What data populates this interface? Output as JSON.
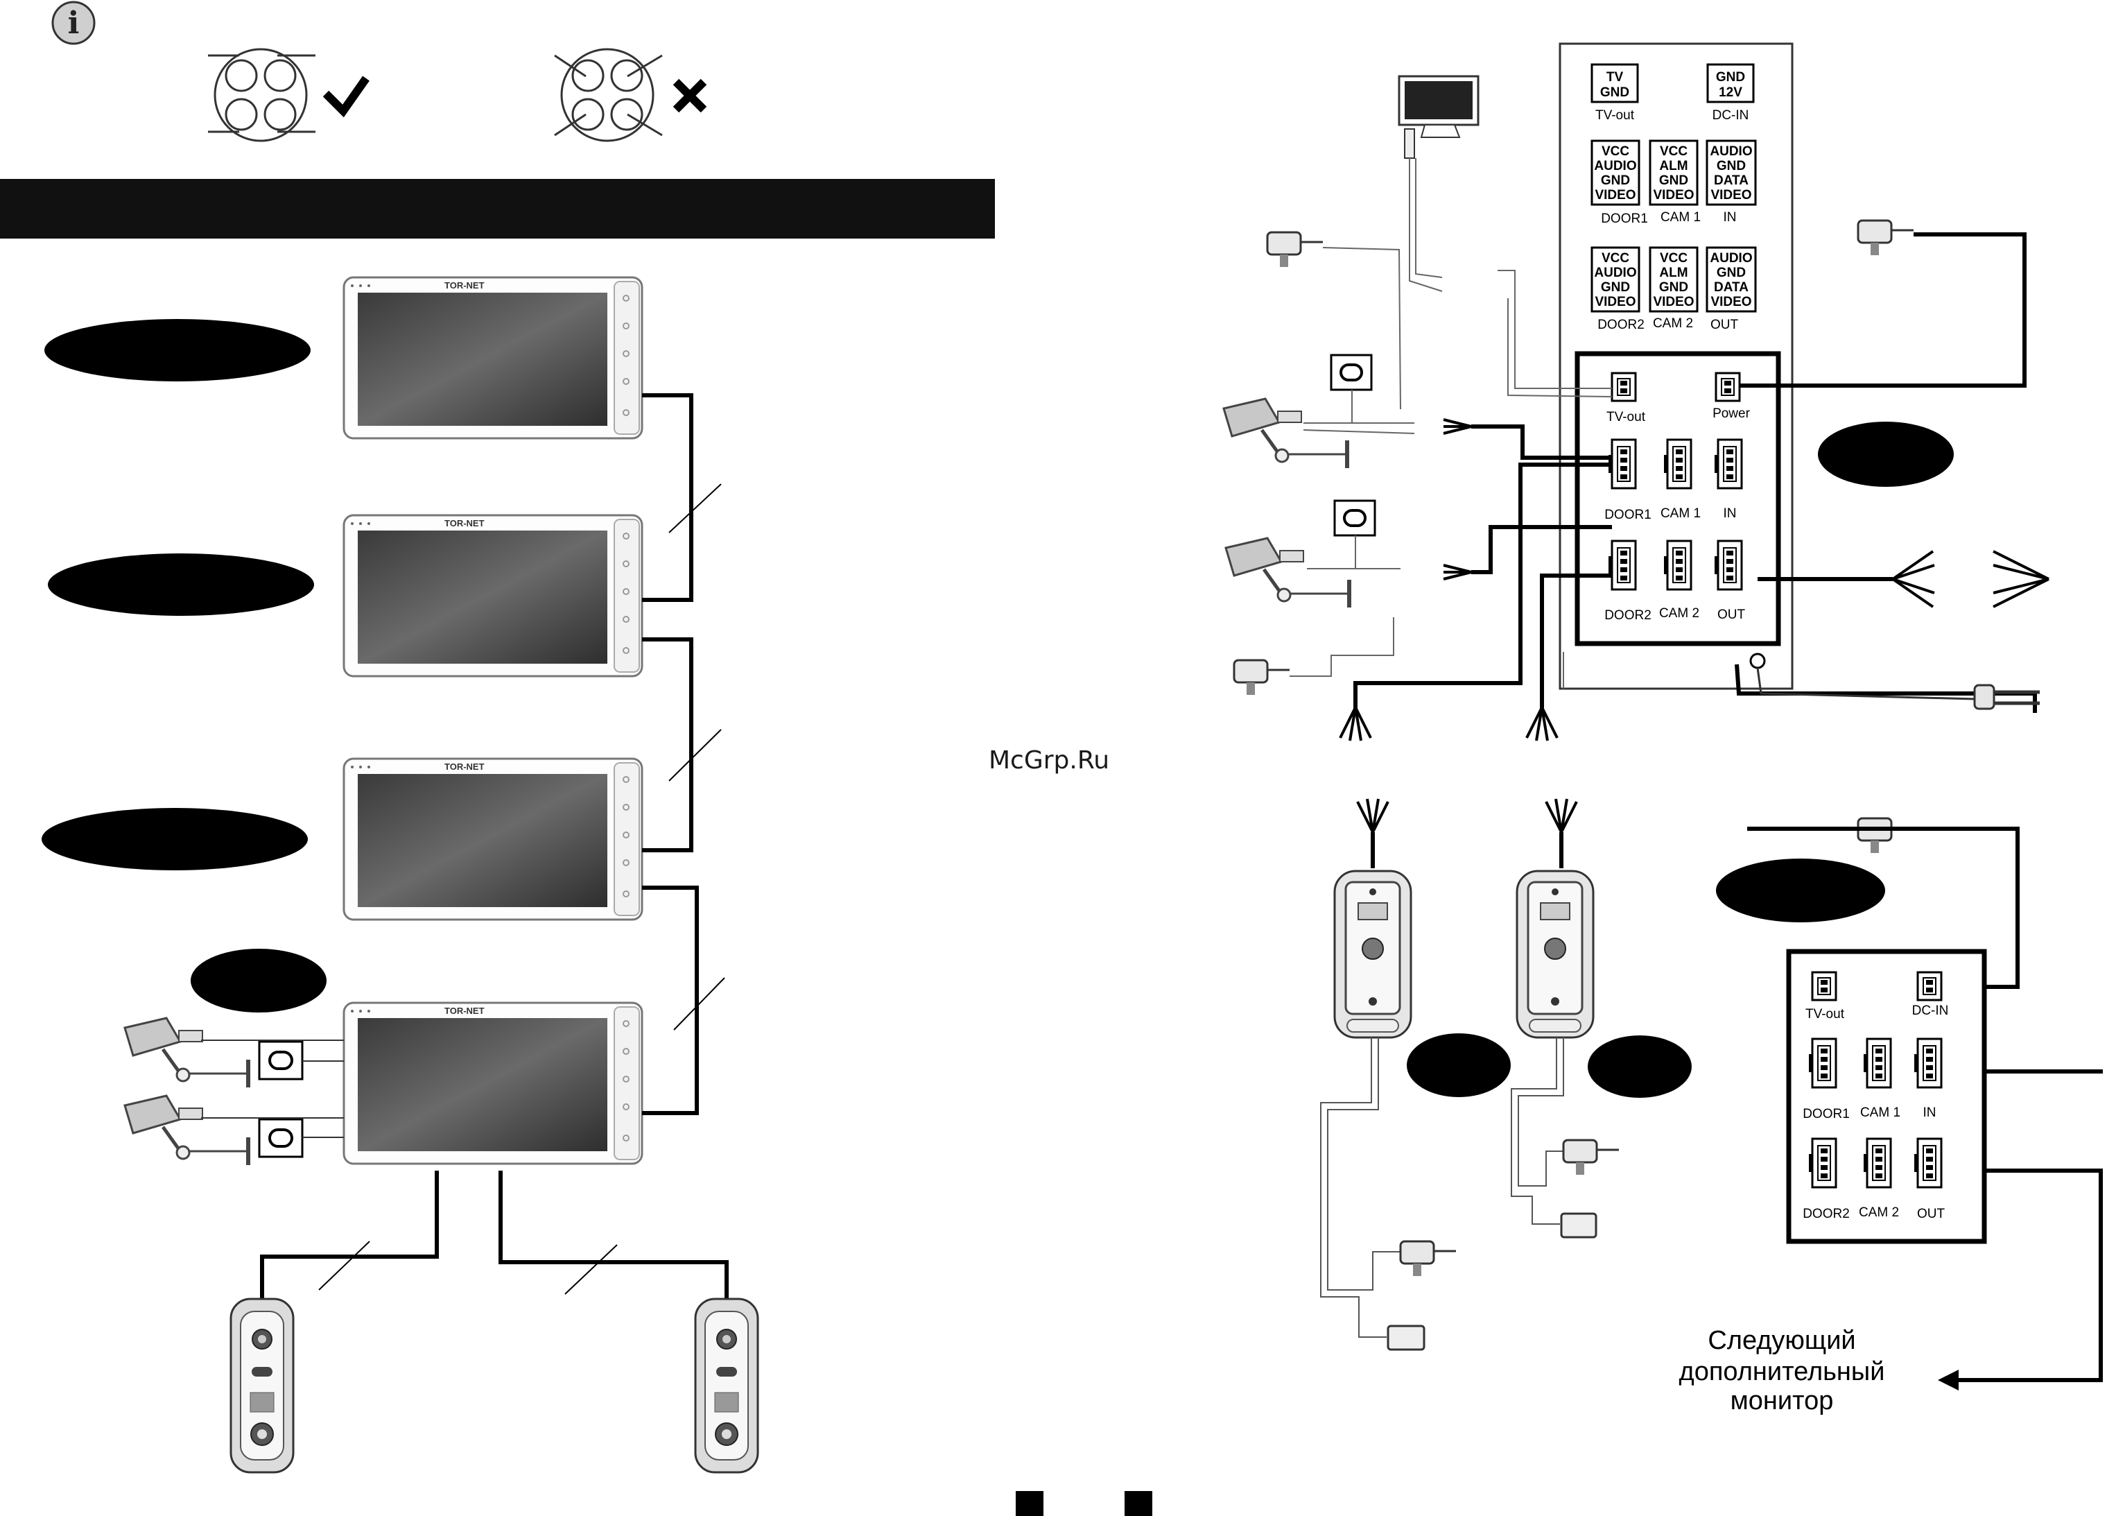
{
  "brand": "TOR-NET",
  "watermark": "McGrp.Ru",
  "panel_top": {
    "tv": [
      "TV",
      "GND"
    ],
    "tv_caption": "TV-out",
    "dc": [
      "GND",
      "12V"
    ],
    "dc_caption": "DC-IN",
    "door1": [
      "VCC",
      "AUDIO",
      "GND",
      "VIDEO"
    ],
    "door1_caption": "DOOR1",
    "cam1": [
      "VCC",
      "ALM",
      "GND",
      "VIDEO"
    ],
    "cam1_caption": "CAM 1",
    "in": [
      "AUDIO",
      "GND",
      "DATA",
      "VIDEO"
    ],
    "in_caption": "IN",
    "door2": [
      "VCC",
      "AUDIO",
      "GND",
      "VIDEO"
    ],
    "door2_caption": "DOOR2",
    "cam2": [
      "VCC",
      "ALM",
      "GND",
      "VIDEO"
    ],
    "cam2_caption": "CAM 2",
    "out": [
      "AUDIO",
      "GND",
      "DATA",
      "VIDEO"
    ],
    "out_caption": "OUT"
  },
  "ports_main": {
    "tvout": "TV-out",
    "power": "Power",
    "door1": "DOOR1",
    "cam1": "CAM 1",
    "in": "IN",
    "door2": "DOOR2",
    "cam2": "CAM 2",
    "out": "OUT"
  },
  "ports_extra": {
    "tvout": "TV-out",
    "dcin": "DC-IN",
    "door1": "DOOR1",
    "cam1": "CAM 1",
    "in": "IN",
    "door2": "DOOR2",
    "cam2": "CAM 2",
    "out": "OUT"
  },
  "next_monitor": [
    "Следующий",
    "дополнительный",
    "монитор"
  ]
}
